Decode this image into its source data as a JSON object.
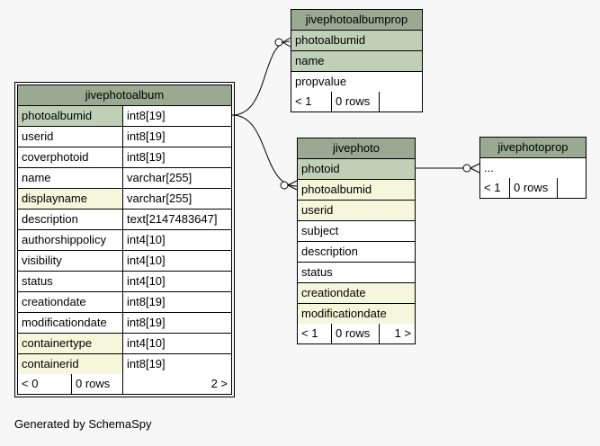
{
  "tables": {
    "jivephotoalbum": {
      "name": "jivephotoalbum",
      "columns": [
        {
          "name": "photoalbumid",
          "type": "int8[19]",
          "kind": "pk"
        },
        {
          "name": "userid",
          "type": "int8[19]",
          "kind": ""
        },
        {
          "name": "coverphotoid",
          "type": "int8[19]",
          "kind": ""
        },
        {
          "name": "name",
          "type": "varchar[255]",
          "kind": ""
        },
        {
          "name": "displayname",
          "type": "varchar[255]",
          "kind": "fk"
        },
        {
          "name": "description",
          "type": "text[2147483647]",
          "kind": ""
        },
        {
          "name": "authorshippolicy",
          "type": "int4[10]",
          "kind": ""
        },
        {
          "name": "visibility",
          "type": "int4[10]",
          "kind": ""
        },
        {
          "name": "status",
          "type": "int4[10]",
          "kind": ""
        },
        {
          "name": "creationdate",
          "type": "int8[19]",
          "kind": ""
        },
        {
          "name": "modificationdate",
          "type": "int8[19]",
          "kind": ""
        },
        {
          "name": "containertype",
          "type": "int4[10]",
          "kind": "fk"
        },
        {
          "name": "containerid",
          "type": "int8[19]",
          "kind": "fk"
        }
      ],
      "footer": {
        "parents": "< 0",
        "rows": "0 rows",
        "children": "2 >"
      }
    },
    "jivephotoalbumprop": {
      "name": "jivephotoalbumprop",
      "columns": [
        {
          "name": "photoalbumid",
          "kind": "pk"
        },
        {
          "name": "name",
          "kind": "pk"
        },
        {
          "name": "propvalue",
          "kind": ""
        }
      ],
      "footer": {
        "parents": "< 1",
        "rows": "0 rows",
        "children": ""
      }
    },
    "jivephoto": {
      "name": "jivephoto",
      "columns": [
        {
          "name": "photoid",
          "kind": "pk"
        },
        {
          "name": "photoalbumid",
          "kind": "fk"
        },
        {
          "name": "userid",
          "kind": "fk"
        },
        {
          "name": "subject",
          "kind": ""
        },
        {
          "name": "description",
          "kind": ""
        },
        {
          "name": "status",
          "kind": ""
        },
        {
          "name": "creationdate",
          "kind": "fk"
        },
        {
          "name": "modificationdate",
          "kind": "fk"
        }
      ],
      "footer": {
        "parents": "< 1",
        "rows": "0 rows",
        "children": "1 >"
      }
    },
    "jivephotoprop": {
      "name": "jivephotoprop",
      "columns": [
        {
          "name": "...",
          "kind": ""
        }
      ],
      "footer": {
        "parents": "< 1",
        "rows": "0 rows",
        "children": ""
      }
    }
  },
  "generated_by": "Generated by SchemaSpy",
  "colors": {
    "header": "#9aaa92",
    "primary_key": "#bfd0b7",
    "foreign_key": "#f4f7dc"
  }
}
